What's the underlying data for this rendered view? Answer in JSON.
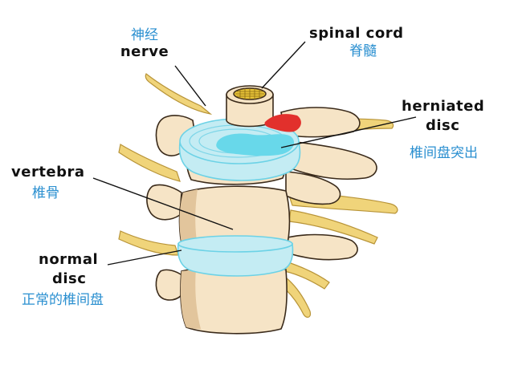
{
  "colors": {
    "bone": "#f6e4c6",
    "bone_shadow": "#e2c59c",
    "outline": "#3a2a1a",
    "disc": "#c4ecf3",
    "disc_edge": "#6cd2e6",
    "disc_core": "#68d8ea",
    "nerve": "#f0d47a",
    "nerve_edge": "#b89438",
    "herniation": "#e2302c",
    "label_zh": "#2a8fd0",
    "label_en": "#111111",
    "leader": "#111111"
  },
  "labels": {
    "nerve": {
      "zh": "神经",
      "en": "nerve"
    },
    "spinal_cord": {
      "en": "spinal cord",
      "zh": "脊髓"
    },
    "herniated_disc": {
      "en_line1": "herniated",
      "en_line2": "disc",
      "zh": "椎间盘突出"
    },
    "vertebra": {
      "en": "vertebra",
      "zh": "椎骨"
    },
    "normal_disc": {
      "en_line1": "normal",
      "en_line2": "disc",
      "zh": "正常的椎间盘"
    }
  }
}
